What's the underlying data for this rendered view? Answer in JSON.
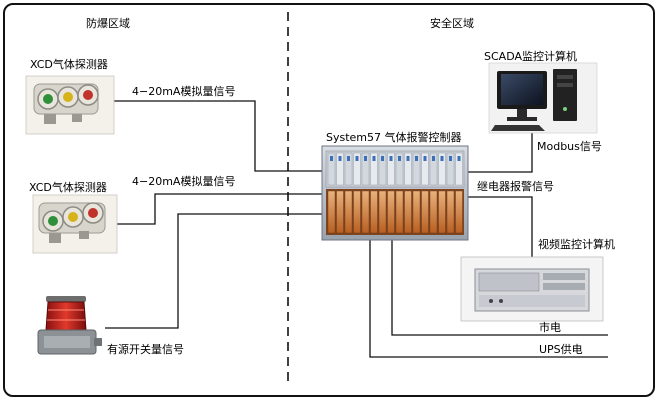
{
  "zones": {
    "hazardous": "防爆区域",
    "safe": "安全区域"
  },
  "devices": {
    "detector_top_label": "XCD气体探测器",
    "detector_bottom_label": "XCD气体探测器",
    "controller_label": "System57 气体报警控制器",
    "scada_label": "SCADA监控计算机",
    "video_label": "视频监控计算机"
  },
  "signals": {
    "analog_top": "4−20mA模拟量信号",
    "analog_bottom": "4−20mA模拟量信号",
    "active_switch": "有源开关量信号",
    "modbus": "Modbus信号",
    "relay": "继电器报警信号",
    "mains": "市电",
    "ups": "UPS供电"
  },
  "icons": [
    "gas-detector-icon",
    "alarm-beacon-icon",
    "controller-rack-icon",
    "desktop-computer-icon",
    "industrial-pc-icon"
  ]
}
